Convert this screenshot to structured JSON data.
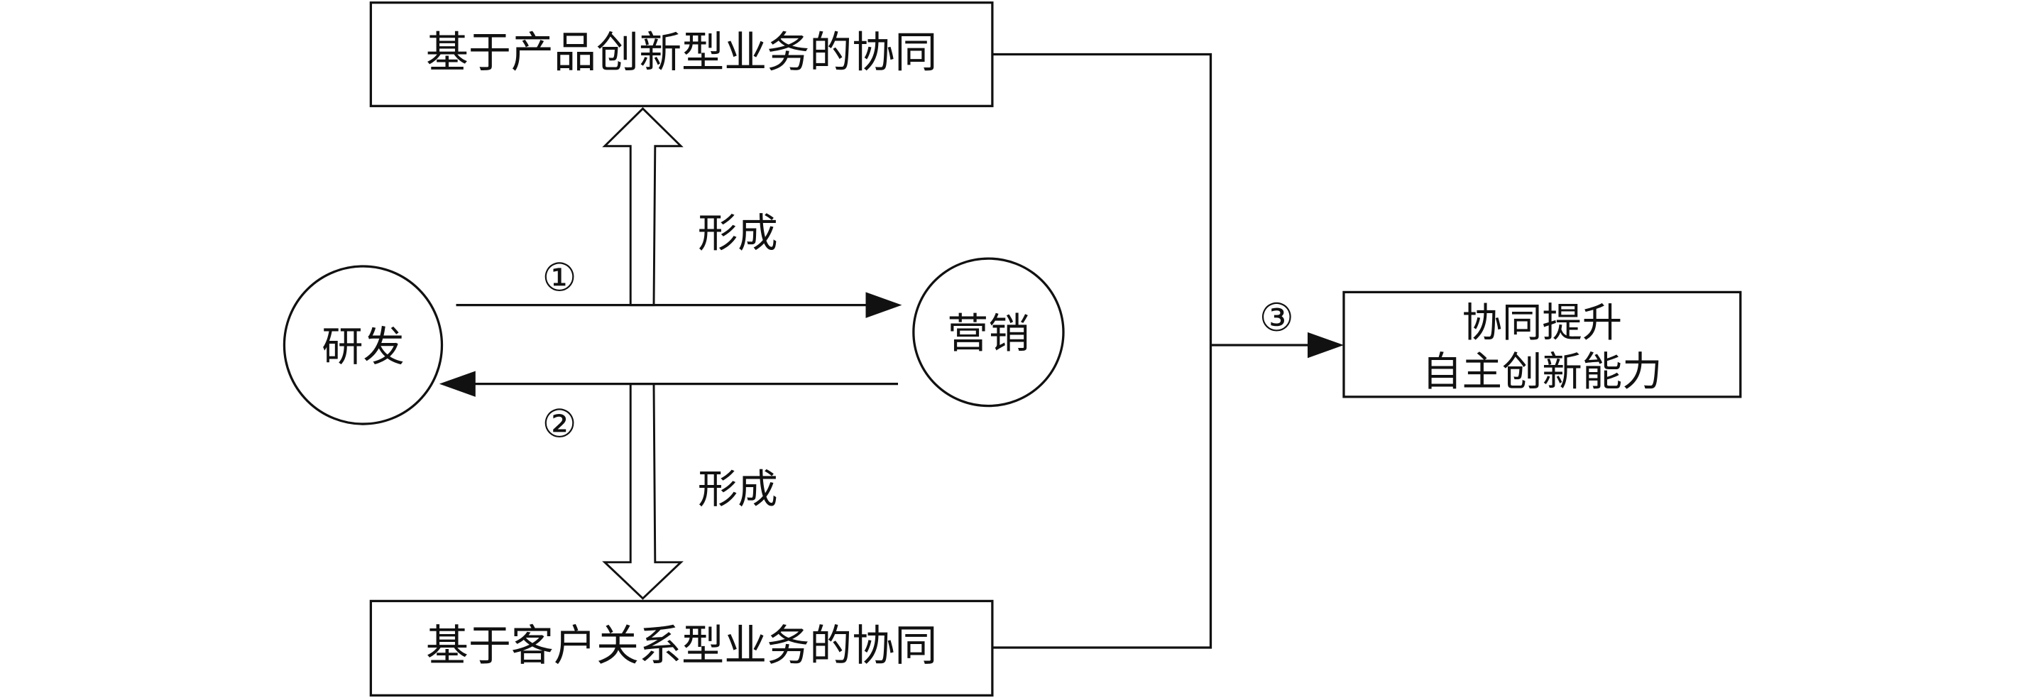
{
  "diagram": {
    "nodes": {
      "rd": "研发",
      "marketing": "营销",
      "top_box": "基于产品创新型业务的协同",
      "bottom_box": "基于客户关系型业务的协同",
      "result_box_line1": "协同提升",
      "result_box_line2": "自主创新能力"
    },
    "labels": {
      "form_top": "形成",
      "form_bottom": "形成",
      "step1": "①",
      "step2": "②",
      "step3": "③"
    },
    "edges": [
      {
        "from": "rd",
        "to": "marketing",
        "label": "①"
      },
      {
        "from": "marketing",
        "to": "rd",
        "label": "②"
      },
      {
        "from": "flow",
        "to": "top_box",
        "label": "形成"
      },
      {
        "from": "flow",
        "to": "bottom_box",
        "label": "形成"
      },
      {
        "from": "top_box+bottom_box",
        "to": "result_box",
        "label": "③"
      }
    ]
  }
}
